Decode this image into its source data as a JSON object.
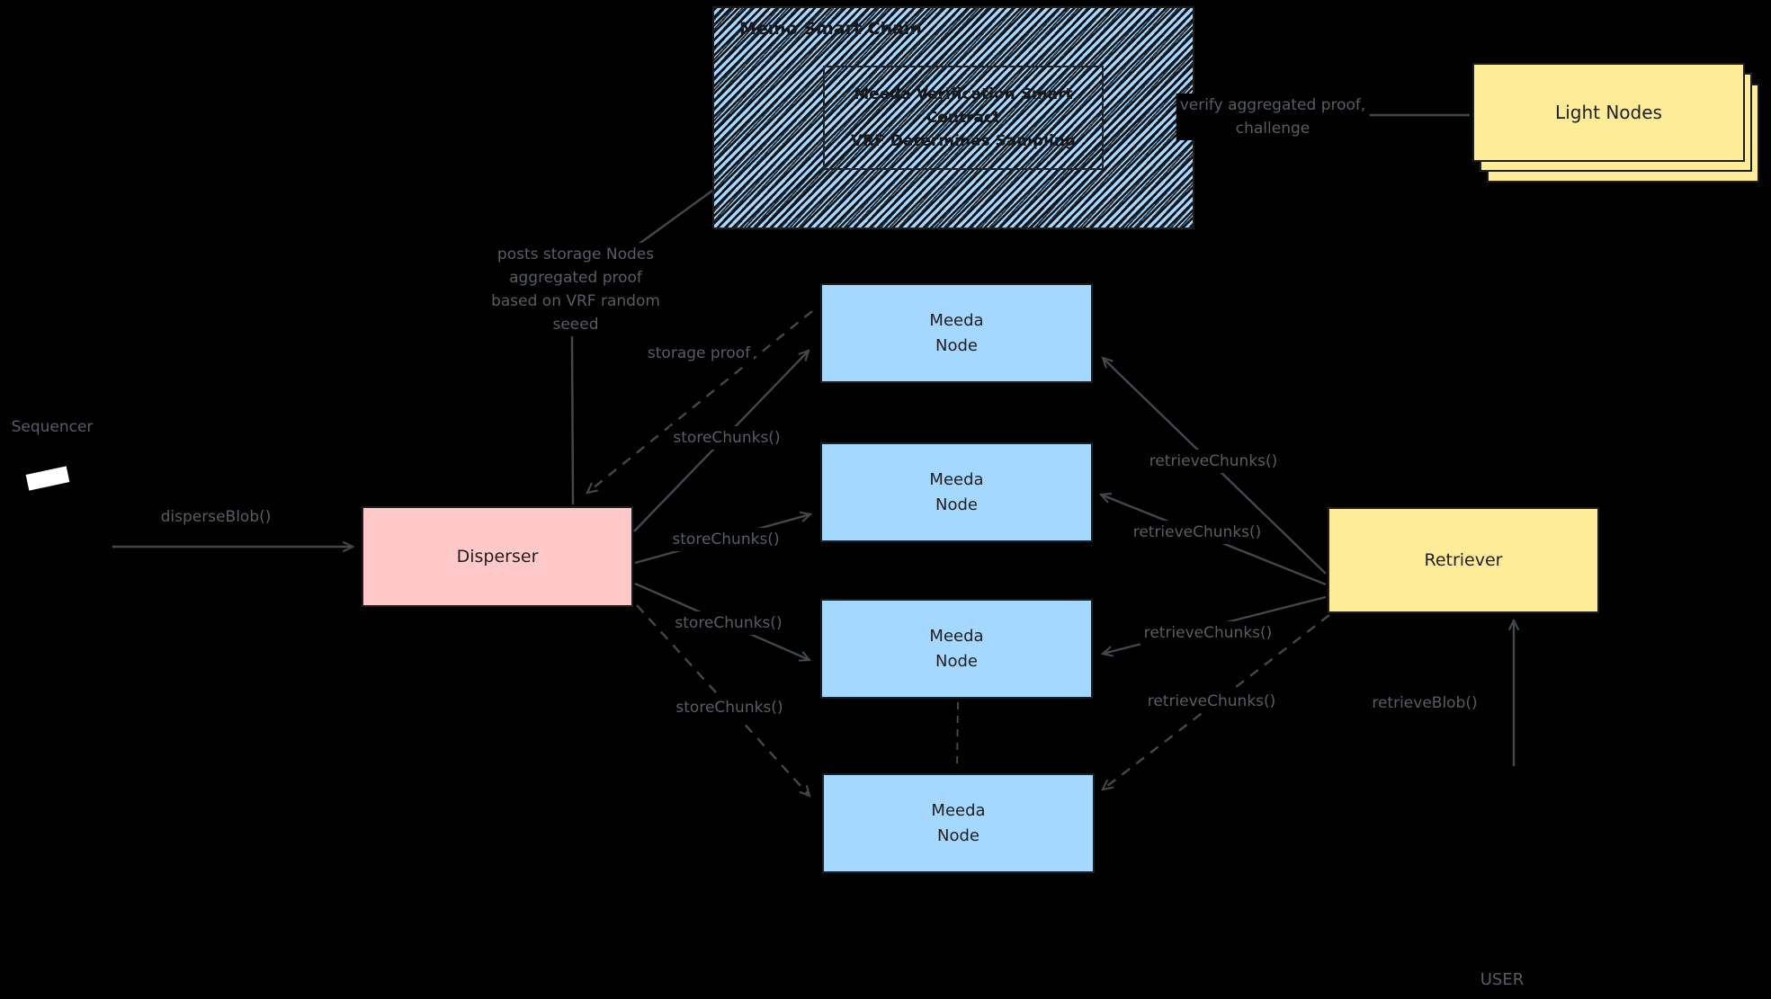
{
  "diagram": {
    "chain": {
      "title": "Memo Smart Chain",
      "contract_line1": "Meeda Verification Smart",
      "contract_line2": "Contract",
      "contract_line3": "VRF Determines Sampling"
    },
    "light_nodes": {
      "label": "Light Nodes"
    },
    "sequencer": {
      "label": "Sequencer"
    },
    "user": {
      "label": "USER"
    },
    "disperser": {
      "label": "Disperser"
    },
    "retriever": {
      "label": "Retriever"
    },
    "meeda_node": {
      "line1": "Meeda",
      "line2": "Node"
    },
    "edges": {
      "verify_line1": "verify aggregated proof,",
      "verify_line2": "challenge",
      "posts_line1": "posts storage Nodes",
      "posts_line2": "aggregated proof",
      "posts_line3": "based on VRF random",
      "posts_line4": "seeed",
      "storage_proof": "storage proof",
      "disperse_blob": "disperseBlob()",
      "store_chunks": "storeChunks()",
      "retrieve_chunks": "retrieveChunks()",
      "retrieve_blob": "retrieveBlob()"
    },
    "colors": {
      "background": "#000000",
      "node_fill": "#a5d8ff",
      "disperser_fill": "#ffc9c9",
      "retriever_fill": "#ffec99",
      "light_nodes_fill": "#ffec99",
      "shape_stroke": "#1e1e1e",
      "label_gray": "#585d65",
      "line_gray": "#43484f"
    }
  }
}
